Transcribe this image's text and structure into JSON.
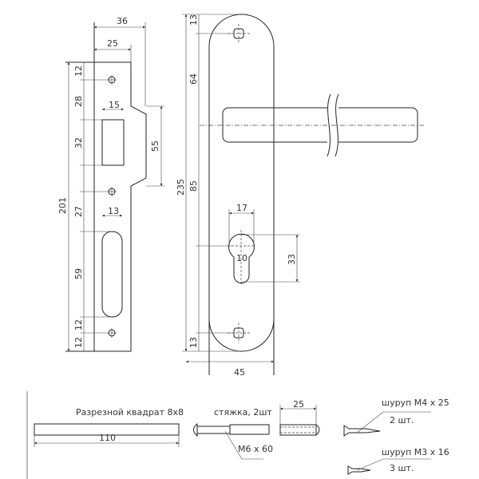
{
  "strike_plate": {
    "dims": {
      "width_total": "36",
      "width_plate": "25",
      "height_total": "201",
      "top_to_hole": "12",
      "hole_to_latch": "28",
      "latch_height": "32",
      "latch_width": "15",
      "notch_height": "55",
      "hole_to_slot": "27",
      "slot_width": "13",
      "slot_height": "59",
      "slot_to_hole": "12",
      "hole_to_bottom": "12"
    }
  },
  "handle_plate": {
    "dims": {
      "height_total": "235",
      "top_to_hole": "13",
      "hole_to_lever": "64",
      "lever_to_cylinder": "85",
      "cylinder_width": "17",
      "cylinder_narrow": "10",
      "cylinder_height": "33",
      "hole_to_bottom": "13",
      "plate_width": "45"
    }
  },
  "parts": {
    "spindle_label": "Разрезной квадрат 8x8",
    "spindle_length": "110",
    "tie_label": "стяжка, 2шт",
    "tie_size": "M6 x 60",
    "sleeve_length": "25",
    "screw1_label": "шуруп M4 x 25",
    "screw1_qty": "2 шт.",
    "screw2_label": "шуруп M3 x 16",
    "screw2_qty": "3 шт."
  }
}
